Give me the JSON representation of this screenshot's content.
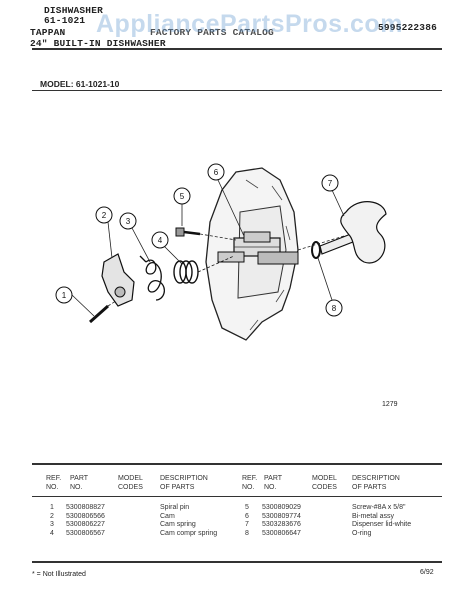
{
  "header": {
    "line1": "DISHWASHER",
    "line2": "61-1021",
    "line3_left": "TAPPAN",
    "line3_right": "FACTORY PARTS CATALOG",
    "catalog_no": "5995222386",
    "line4": "24\" BUILT-IN DISHWASHER",
    "watermark": "AppliancePartsPros.com"
  },
  "model_line": "MODEL: 61-1021-10",
  "diagram": {
    "callouts": [
      "1",
      "2",
      "3",
      "4",
      "5",
      "6",
      "7",
      "8"
    ],
    "figure_number": "1279"
  },
  "table": {
    "headers": {
      "ref_no": [
        "REF.",
        "NO."
      ],
      "part_no": [
        "PART",
        "NO."
      ],
      "model_codes": [
        "MODEL",
        "CODES"
      ],
      "description": [
        "DESCRIPTION",
        "OF PARTS"
      ]
    },
    "left_rows": [
      {
        "ref": "1",
        "part": "5300808827",
        "codes": "",
        "desc": "Spiral pin"
      },
      {
        "ref": "2",
        "part": "5300806566",
        "codes": "",
        "desc": "Cam"
      },
      {
        "ref": "3",
        "part": "5300806227",
        "codes": "",
        "desc": "Cam spring"
      },
      {
        "ref": "4",
        "part": "5300806567",
        "codes": "",
        "desc": "Cam compr spring"
      }
    ],
    "right_rows": [
      {
        "ref": "5",
        "part": "5300809029",
        "codes": "",
        "desc": "Screw-#8A x 5/8\""
      },
      {
        "ref": "6",
        "part": "5300809774",
        "codes": "",
        "desc": "Bi-metal assy"
      },
      {
        "ref": "7",
        "part": "5303283676",
        "codes": "",
        "desc": "Dispenser lid-white"
      },
      {
        "ref": "8",
        "part": "5300806647",
        "codes": "",
        "desc": "O-ring"
      }
    ]
  },
  "footer": {
    "note": "* = Not Illustrated",
    "date": "6/92"
  }
}
